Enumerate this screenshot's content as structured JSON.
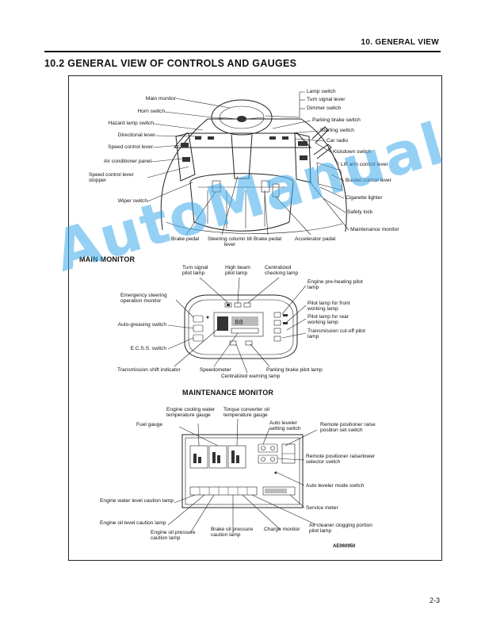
{
  "header": {
    "section": "10. GENERAL VIEW"
  },
  "title": "10.2 GENERAL VIEW OF CONTROLS AND GAUGES",
  "cab_view": {
    "labels_left": [
      "Main monitor",
      "Horn switch",
      "Hazard lamp switch",
      "Directional lever",
      "Speed control lever",
      "Air conditioner panel",
      "Speed control lever stopper",
      "Wiper switch"
    ],
    "labels_right": [
      "Lamp switch",
      "Turn signal lever",
      "Dimmer switch",
      "Parking brake switch",
      "Starting switch",
      "Car radio",
      "Kickdown switch",
      "Lift arm control lever",
      "Bucket control lever",
      "Cigarette lighter",
      "Safety lock",
      "Maintenance monitor"
    ],
    "labels_bottom": [
      "Brake pedal",
      "Steering column tilt lever",
      "Brake pedal",
      "Accelerator padal"
    ]
  },
  "main_monitor": {
    "heading": "MAIN MONITOR",
    "labels_top": [
      "Turn signal pilot lamp",
      "High beam pilot lamp",
      "Centralized checking lamp"
    ],
    "labels_left": [
      "Emergency steering operation monitor",
      "Auto-greasing switch",
      "E.C.S.S. switch"
    ],
    "labels_right": [
      "Engine pre-heating pilot lamp",
      "Pilot lamp for front working lamp",
      "Pilot lamp for rear working lamp",
      "Transmission cut-off pilot lamp"
    ],
    "labels_bottom": [
      "Transmission shift indicator",
      "Speedometer",
      "Parking brake pilot lamp",
      "Centralized warning lamp"
    ]
  },
  "maintenance_monitor": {
    "heading": "MAINTENANCE MONITOR",
    "labels_top": [
      "Engine cooling water temperature gauge",
      "Torque converter oil temperature gauge",
      "Fuel gauge",
      "Auto leveler setting switch",
      "Remote positioner raise position set switch"
    ],
    "labels_right": [
      "Remote positioner raise/lower selector switch",
      "Auto leveler mode switch",
      "Service meter"
    ],
    "labels_left": [
      "Engine water level caution lamp",
      "Engine oil level caution lamp"
    ],
    "labels_bottom": [
      "Engine oil pressure caution lamp",
      "Brake oil pressure caution lamp",
      "Charge monitor",
      "Air cleaner clogging portion pilot lamp"
    ]
  },
  "figure_code": "AE060950",
  "watermark": "AutoManual",
  "page_number": "2-3"
}
